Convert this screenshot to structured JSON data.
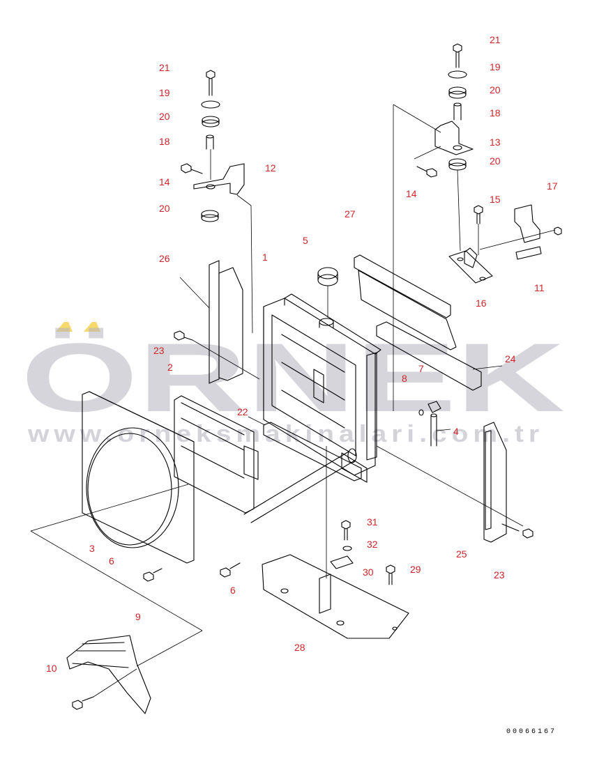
{
  "diagram": {
    "callouts": [
      {
        "id": "c21a",
        "text": "21"
      },
      {
        "id": "c19a",
        "text": "19"
      },
      {
        "id": "c20a",
        "text": "20"
      },
      {
        "id": "c18a",
        "text": "18"
      },
      {
        "id": "c14a",
        "text": "14"
      },
      {
        "id": "c12",
        "text": "12"
      },
      {
        "id": "c20b",
        "text": "20"
      },
      {
        "id": "c26",
        "text": "26"
      },
      {
        "id": "c1",
        "text": "1"
      },
      {
        "id": "c5",
        "text": "5"
      },
      {
        "id": "c27",
        "text": "27"
      },
      {
        "id": "c21b",
        "text": "21"
      },
      {
        "id": "c19b",
        "text": "19"
      },
      {
        "id": "c20c",
        "text": "20"
      },
      {
        "id": "c18b",
        "text": "18"
      },
      {
        "id": "c13",
        "text": "13"
      },
      {
        "id": "c20d",
        "text": "20"
      },
      {
        "id": "c14b",
        "text": "14"
      },
      {
        "id": "c15",
        "text": "15"
      },
      {
        "id": "c17",
        "text": "17"
      },
      {
        "id": "c11",
        "text": "11"
      },
      {
        "id": "c16",
        "text": "16"
      },
      {
        "id": "c23a",
        "text": "23"
      },
      {
        "id": "c2",
        "text": "2"
      },
      {
        "id": "c24",
        "text": "24"
      },
      {
        "id": "c7",
        "text": "7"
      },
      {
        "id": "c8",
        "text": "8"
      },
      {
        "id": "c4",
        "text": "4"
      },
      {
        "id": "c22",
        "text": "22"
      },
      {
        "id": "c3",
        "text": "3"
      },
      {
        "id": "c6a",
        "text": "6"
      },
      {
        "id": "c6b",
        "text": "6"
      },
      {
        "id": "c31",
        "text": "31"
      },
      {
        "id": "c32",
        "text": "32"
      },
      {
        "id": "c30",
        "text": "30"
      },
      {
        "id": "c29",
        "text": "29"
      },
      {
        "id": "c25",
        "text": "25"
      },
      {
        "id": "c23b",
        "text": "23"
      },
      {
        "id": "c28",
        "text": "28"
      },
      {
        "id": "c9",
        "text": "9"
      },
      {
        "id": "c10",
        "text": "10"
      }
    ],
    "document_number": "00066167"
  },
  "watermark": {
    "text": "ÖRNEK",
    "url": "www.orneksmakinalari.com.tr"
  },
  "colors": {
    "callout": "#d0242a",
    "watermark_accent": "#f2cf4a",
    "line": "#000000"
  }
}
